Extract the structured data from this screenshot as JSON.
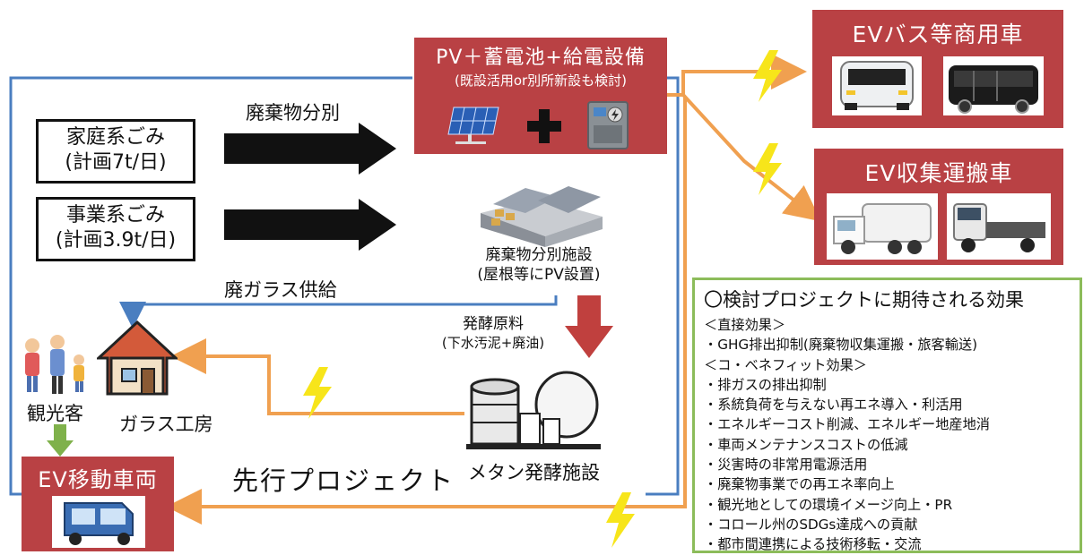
{
  "pv_box": {
    "title": "PV＋蓄電池+給電設備",
    "subtitle": "(既設活用or別所新設も検討)"
  },
  "ev_bus_box": {
    "title": "EVバス等商用車"
  },
  "ev_collection_box": {
    "title": "EV収集運搬車"
  },
  "ev_mobility_box": {
    "title": "EV移動車両"
  },
  "household_waste": {
    "line1": "家庭系ごみ",
    "line2": "(計画7t/日)"
  },
  "business_waste": {
    "line1": "事業系ごみ",
    "line2": "(計画3.9t/日)"
  },
  "labels": {
    "waste_sorting": "廃棄物分別",
    "sorting_facility_line1": "廃棄物分別施設",
    "sorting_facility_line2": "(屋根等にPV設置)",
    "glass_supply": "廃ガラス供給",
    "fermentation_material": "発酵原料",
    "fermentation_material_detail": "(下水汚泥+廃油)",
    "tourists": "観光客",
    "glass_workshop": "ガラス工房",
    "methane_facility": "メタン発酵施設",
    "pilot_project": "先行プロジェクト"
  },
  "effects": {
    "title": "〇検討プロジェクトに期待される効果",
    "items": [
      "＜直接効果＞",
      "・GHG排出抑制(廃棄物収集運搬・旅客輸送)",
      "＜コ・ベネフィット効果＞",
      "・排ガスの排出抑制",
      "・系統負荷を与えない再エネ導入・利活用",
      "・エネルギーコスト削減、エネルギー地産地消",
      "・車両メンテナンスコストの低減",
      "・災害時の非常用電源活用",
      "・廃棄物事業での再エネ率向上",
      "・観光地としての環境イメージ向上・PR",
      "・コロール州のSDGs達成への貢献",
      "・都市間連携による技術移転・交流"
    ]
  },
  "colors": {
    "red_box": "#b94144",
    "blue_line": "#4a7ec0",
    "orange_line": "#f0a050",
    "green_border": "#8cbc5a",
    "bolt": "#f7e51a"
  },
  "icons": [
    "solar-panel-icon",
    "plus-icon",
    "battery-charger-icon",
    "bus-icon",
    "garbage-truck-icon",
    "truck-icon",
    "tuk-tuk-icon",
    "warehouse-icon",
    "house-icon",
    "people-icon",
    "biogas-plant-icon",
    "lightning-icon"
  ]
}
